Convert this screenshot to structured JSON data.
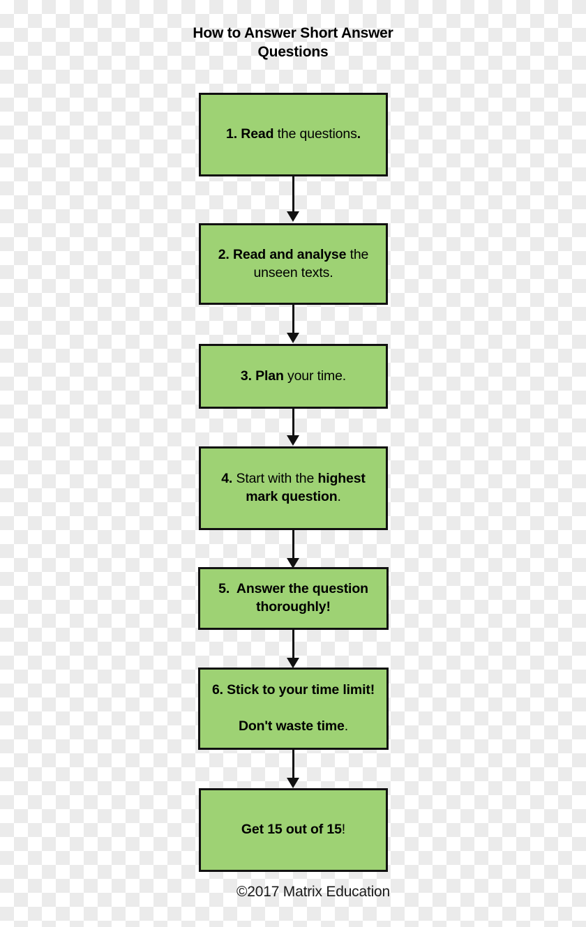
{
  "chart_data": {
    "type": "diagram",
    "diagram_type": "flowchart",
    "orientation": "vertical-top-to-bottom",
    "title": "How to Answer Short Answer Questions",
    "node_fill_color": "#9ed274",
    "node_border_color": "#111111",
    "connector_color": "#111111",
    "background": "transparent-checkerboard",
    "node_count": 7,
    "connector_count": 6,
    "nodes": [
      {
        "id": "step-1",
        "order": 1,
        "plain_text": "1. Read the questions.",
        "runs": [
          {
            "text": "1. Read",
            "bold": true
          },
          {
            "text": " the questions",
            "bold": false
          },
          {
            "text": ".",
            "bold": true
          }
        ]
      },
      {
        "id": "step-2",
        "order": 2,
        "plain_text": "2. Read and analyse the unseen texts.",
        "runs": [
          {
            "text": "2. Read and analyse",
            "bold": true
          },
          {
            "text": " the unseen texts.",
            "bold": false
          }
        ]
      },
      {
        "id": "step-3",
        "order": 3,
        "plain_text": "3. Plan your time.",
        "runs": [
          {
            "text": "3. Plan",
            "bold": true
          },
          {
            "text": " your time.",
            "bold": false
          }
        ]
      },
      {
        "id": "step-4",
        "order": 4,
        "plain_text": "4. Start with the highest mark question.",
        "runs": [
          {
            "text": "4.",
            "bold": true
          },
          {
            "text": " Start with the ",
            "bold": false
          },
          {
            "text": "highest mark question",
            "bold": true
          },
          {
            "text": ".",
            "bold": false
          }
        ]
      },
      {
        "id": "step-5",
        "order": 5,
        "plain_text": "5.  Answer the question thoroughly!",
        "runs": [
          {
            "text": "5.  Answer the question thoroughly!",
            "bold": true
          }
        ]
      },
      {
        "id": "step-6",
        "order": 6,
        "plain_text": "6. Stick to your time limit!  Don't waste time.",
        "runs": [
          {
            "text": "6. Stick to your time limit!",
            "bold": true
          },
          {
            "text": "PARAGRAPH_BREAK",
            "bold": false
          },
          {
            "text": "Don't waste time",
            "bold": true
          },
          {
            "text": ".",
            "bold": false
          }
        ]
      },
      {
        "id": "result",
        "order": 7,
        "plain_text": "Get 15 out of 15!",
        "runs": [
          {
            "text": "Get 15 out of 15",
            "bold": true
          },
          {
            "text": "!",
            "bold": false
          }
        ]
      }
    ],
    "edges": [
      {
        "from": "step-1",
        "to": "step-2",
        "arrow": "down"
      },
      {
        "from": "step-2",
        "to": "step-3",
        "arrow": "down"
      },
      {
        "from": "step-3",
        "to": "step-4",
        "arrow": "down"
      },
      {
        "from": "step-4",
        "to": "step-5",
        "arrow": "down"
      },
      {
        "from": "step-5",
        "to": "step-6",
        "arrow": "down"
      },
      {
        "from": "step-6",
        "to": "result",
        "arrow": "down"
      }
    ],
    "footer": "©2017 Matrix Education"
  },
  "title": "How to Answer Short Answer Questions",
  "footer": "©2017 Matrix Education"
}
